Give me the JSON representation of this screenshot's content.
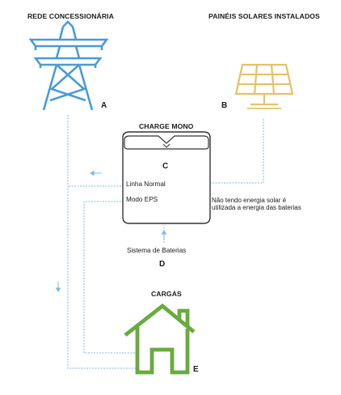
{
  "colors": {
    "tower": "#4a9bd6",
    "solar": "#e3c26b",
    "house": "#6aaa3f",
    "inverter_stroke": "#333333",
    "connector": "#7fb9de"
  },
  "icons": {
    "tower": "power-tower-icon",
    "solar": "solar-panel-icon",
    "house": "house-icon",
    "inverter": "inverter-icon"
  },
  "nodes": {
    "grid": {
      "title": "REDE CONCESSIONÁRIA",
      "letter": "A"
    },
    "solar": {
      "title": "PAINÉIS SOLARES INSTALADOS",
      "letter": "B"
    },
    "inverter": {
      "title": "CHARGE MONO",
      "letter": "C",
      "mode_normal": "Linha Normal",
      "mode_eps": "Modo EPS"
    },
    "battery": {
      "label": "Sistema de Baterias",
      "letter": "D"
    },
    "loads": {
      "title": "CARGAS",
      "letter": "E"
    }
  },
  "note": "Não tendo energia solar é utilizada a energia das baterias"
}
